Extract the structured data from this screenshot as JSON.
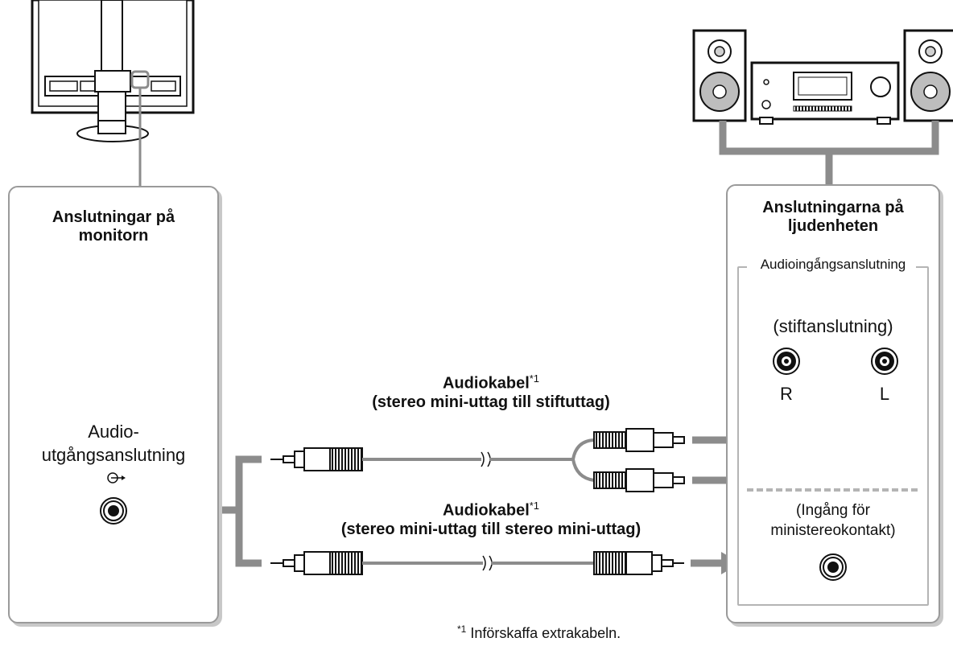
{
  "monitor_panel": {
    "title_line1": "Anslutningar på",
    "title_line2": "monitorn",
    "port_label_line1": "Audio-",
    "port_label_line2": "utgångsanslutning"
  },
  "audio_panel": {
    "title_line1": "Anslutningarna på",
    "title_line2": "ljudenheten",
    "input_group_label": "Audioingångsanslutning",
    "pin_label": "(stiftanslutning)",
    "channel_r": "R",
    "channel_l": "L",
    "mini_label_line1": "(Ingång för",
    "mini_label_line2": "ministereokontakt)"
  },
  "cables": {
    "cable1_line1": "Audiokabel",
    "cable1_sup": "*1",
    "cable1_line2": "(stereo mini-uttag till stiftuttag)",
    "cable2_line1": "Audiokabel",
    "cable2_sup": "*1",
    "cable2_line2": "(stereo mini-uttag till stereo mini-uttag)"
  },
  "footnote": {
    "mark": "*1",
    "text": "Införskaffa extrakabeln."
  },
  "colors": {
    "cable_gray": "#8c8c8c",
    "panel_border": "#9a9a9a",
    "dash_gray": "#b4b4b4"
  }
}
